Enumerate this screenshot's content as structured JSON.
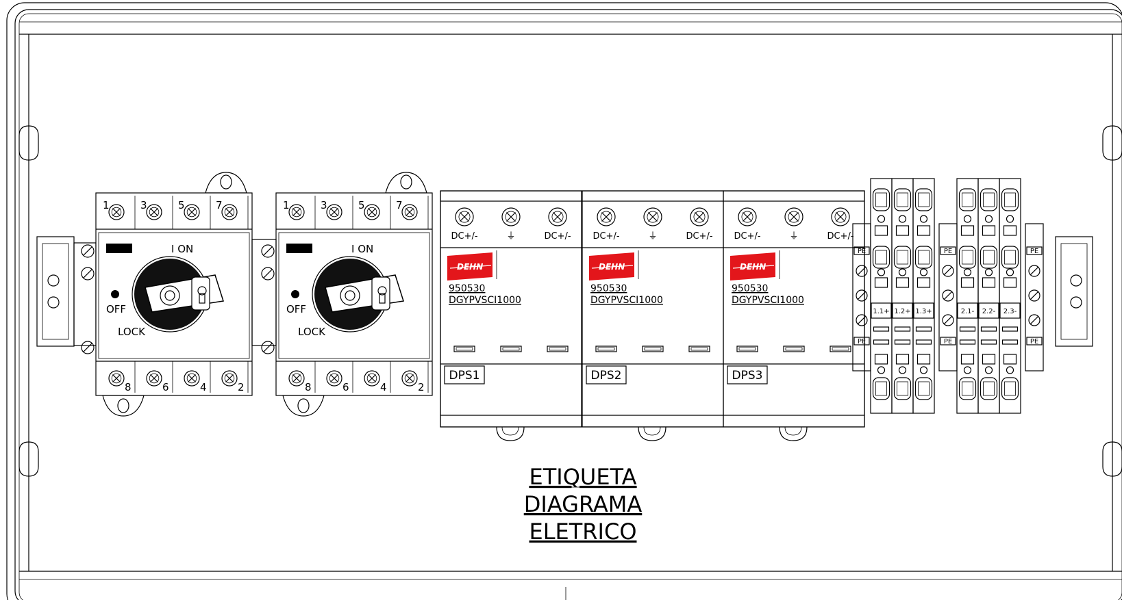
{
  "switches": [
    {
      "top_terminals": [
        "1",
        "3",
        "5",
        "7"
      ],
      "bottom_terminals": [
        "8",
        "6",
        "4",
        "2"
      ],
      "on_label": "I ON",
      "off_label": "OFF",
      "lock_label": "LOCK"
    },
    {
      "top_terminals": [
        "1",
        "3",
        "5",
        "7"
      ],
      "bottom_terminals": [
        "8",
        "6",
        "4",
        "2"
      ],
      "on_label": "I ON",
      "off_label": "OFF",
      "lock_label": "LOCK"
    }
  ],
  "dps": [
    {
      "code": "950530",
      "model": "DGYPVSCI1000",
      "label": "DPS1",
      "terminals": [
        "DC+/-",
        "⏚",
        "DC+/-"
      ]
    },
    {
      "code": "950530",
      "model": "DGYPVSCI1000",
      "label": "DPS2",
      "terminals": [
        "DC+/-",
        "⏚",
        "DC+/-"
      ]
    },
    {
      "code": "950530",
      "model": "DGYPVSCI1000",
      "label": "DPS3",
      "terminals": [
        "DC+/-",
        "⏚",
        "DC+/-"
      ]
    }
  ],
  "brand_logo_text": "DEHN",
  "brand_color": "#e3161b",
  "terminal_groups": [
    {
      "labels": [
        "1.1+",
        "1.2+",
        "1.3+"
      ]
    },
    {
      "labels": [
        "2.1-",
        "2.2-",
        "2.3-"
      ]
    }
  ],
  "pe_label": "PE",
  "label_area": {
    "line1": "ETIQUETA",
    "line2": "DIAGRAMA",
    "line3": "ELETRICO"
  }
}
